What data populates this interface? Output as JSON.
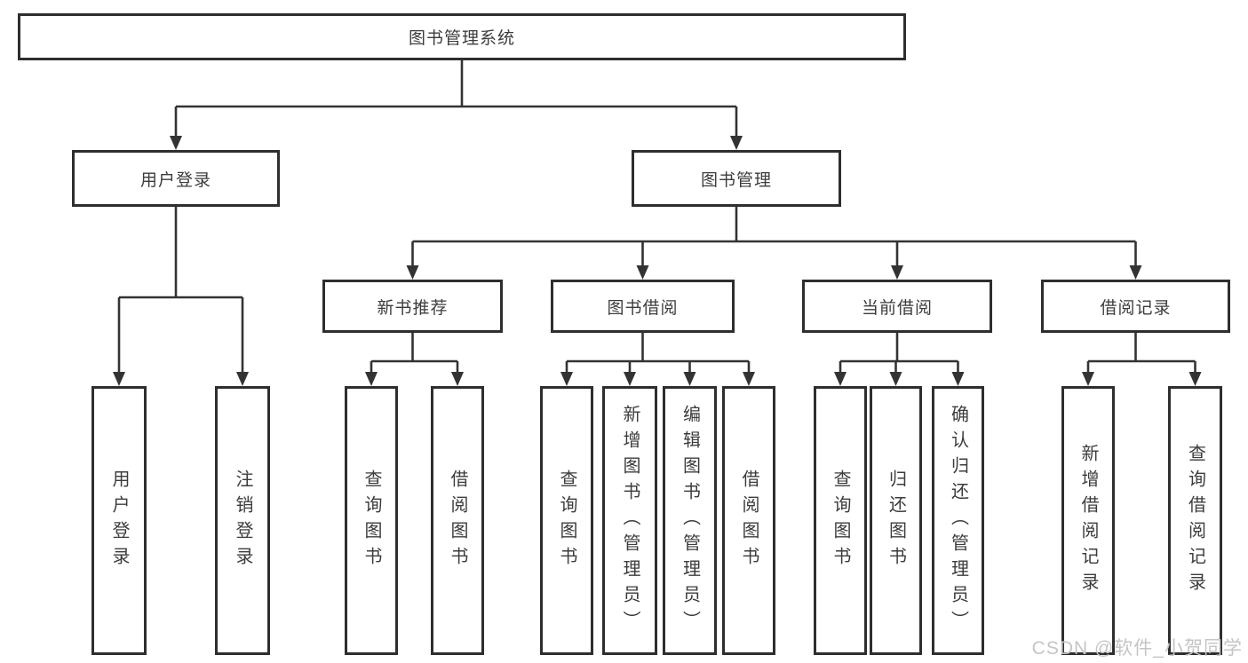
{
  "tree": {
    "label": "图书管理系统",
    "children": [
      {
        "label": "用户登录",
        "children": [
          {
            "label": "用户登录"
          },
          {
            "label": "注销登录"
          }
        ]
      },
      {
        "label": "图书管理",
        "children": [
          {
            "label": "新书推荐",
            "children": [
              {
                "label": "查询图书"
              },
              {
                "label": "借阅图书"
              }
            ]
          },
          {
            "label": "图书借阅",
            "children": [
              {
                "label": "查询图书"
              },
              {
                "label": "新增图书（管理员）"
              },
              {
                "label": "编辑图书（管理员）"
              },
              {
                "label": "借阅图书"
              }
            ]
          },
          {
            "label": "当前借阅",
            "children": [
              {
                "label": "查询图书"
              },
              {
                "label": "归还图书"
              },
              {
                "label": "确认归还（管理员）"
              }
            ]
          },
          {
            "label": "借阅记录",
            "children": [
              {
                "label": "新增借阅记录"
              },
              {
                "label": "查询借阅记录"
              }
            ]
          }
        ]
      }
    ]
  },
  "watermark": "CSDN @软件_小贺同学",
  "colors": {
    "line": "#333333",
    "box_border": "#2e2e2e",
    "text": "#3c3c3c",
    "watermark": "#c5c5c5",
    "background": "#ffffff"
  }
}
